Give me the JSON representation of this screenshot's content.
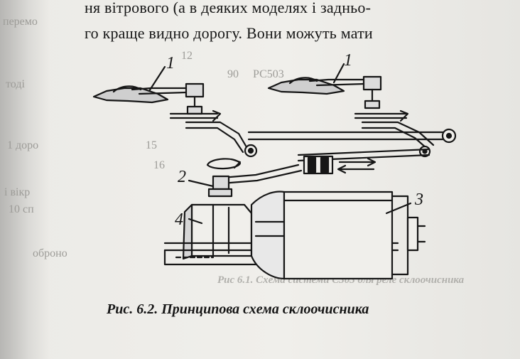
{
  "text": {
    "line1": "ня вітрового (а в деяких моделях і задньо-",
    "line2": "го краще видно дорогу. Вони можуть мати"
  },
  "figure": {
    "caption": "Рис. 6.2. Принципова схема склоочисника",
    "labels": {
      "label_1a": "1",
      "label_1b": "1",
      "label_2": "2",
      "label_3": "3",
      "label_4": "4"
    }
  },
  "bleed_through": {
    "r1": "12",
    "r2": "90",
    "r3": "РС503",
    "r4": "15",
    "r5": "16",
    "r6": "Рис 6.1. Схема системи С303 для реле склоочисника",
    "l1": "перемо",
    "l2": "1 доро",
    "l3": "оброно",
    "l4": "10 сп",
    "l5": "і вікр",
    "l6": "тоді"
  },
  "colors": {
    "ink": "#161616",
    "paper": "#ecebe7",
    "bleed": "#9d9c98"
  }
}
